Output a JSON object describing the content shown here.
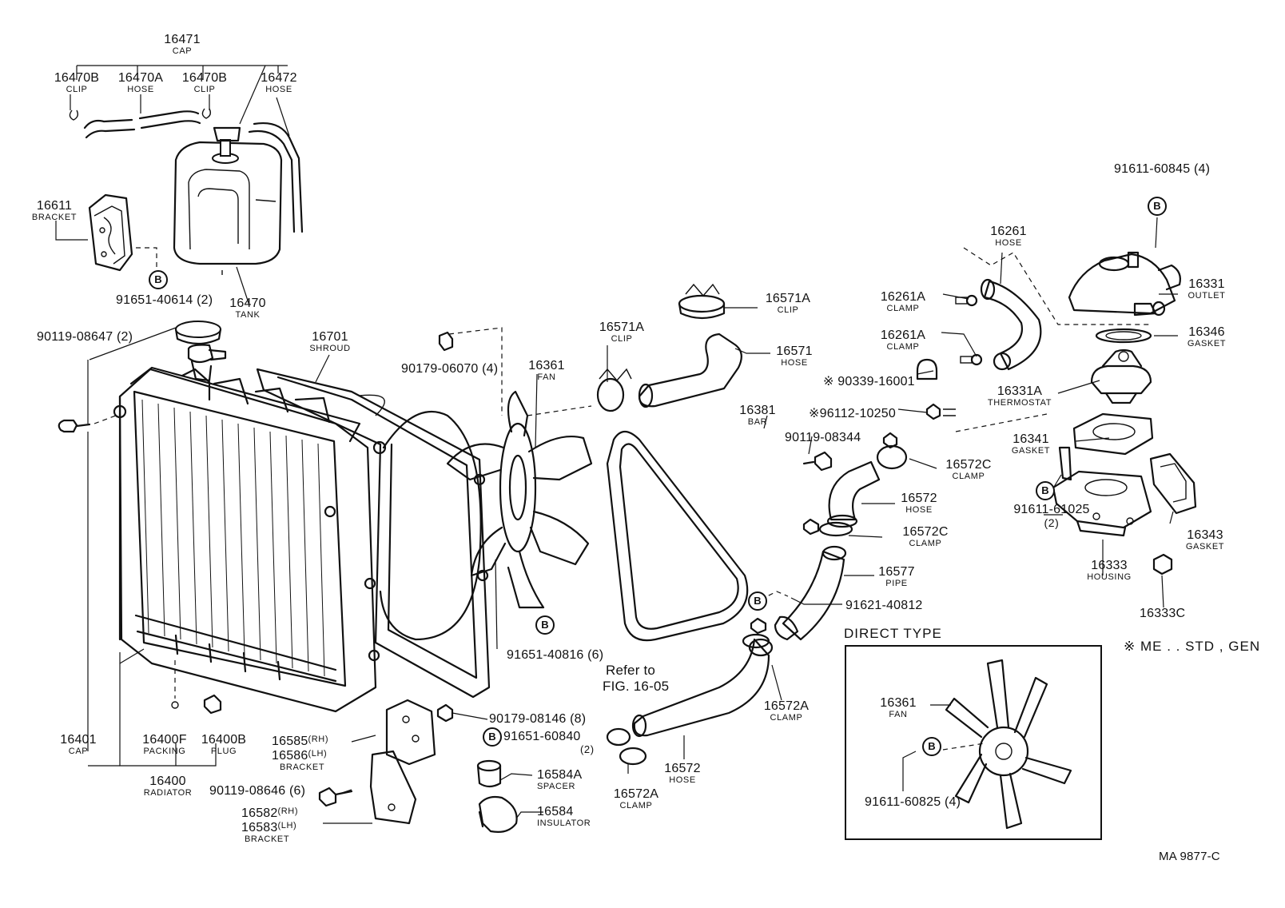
{
  "labels": {
    "cap_16471": {
      "pn": "16471",
      "nm": "CAP"
    },
    "clip_16470B_l": {
      "pn": "16470B",
      "nm": "CLIP"
    },
    "hose_16470A": {
      "pn": "16470A",
      "nm": "HOSE"
    },
    "clip_16470B_r": {
      "pn": "16470B",
      "nm": "CLIP"
    },
    "hose_16472": {
      "pn": "16472",
      "nm": "HOSE"
    },
    "bracket_16611": {
      "pn": "16611",
      "nm": "BRACKET"
    },
    "bolt_91651_40614": {
      "pn": "91651-40614 (2)"
    },
    "tank_16470": {
      "pn": "16470",
      "nm": "TANK"
    },
    "bolt_90119_08647": {
      "pn": "90119-08647 (2)"
    },
    "shroud_16701": {
      "pn": "16701",
      "nm": "SHROUD"
    },
    "bolt_90179_06070": {
      "pn": "90179-06070 (4)"
    },
    "fan_16361": {
      "pn": "16361",
      "nm": "FAN"
    },
    "clip_16571A_a": {
      "pn": "16571A",
      "nm": "CLIP"
    },
    "clip_16571A_b": {
      "pn": "16571A",
      "nm": "CLIP"
    },
    "hose_16571": {
      "pn": "16571",
      "nm": "HOSE"
    },
    "hose_16261": {
      "pn": "16261",
      "nm": "HOSE"
    },
    "clamp_16261A_a": {
      "pn": "16261A",
      "nm": "CLAMP"
    },
    "clamp_16261A_b": {
      "pn": "16261A",
      "nm": "CLAMP"
    },
    "bolt_91611_60845": {
      "pn": "91611-60845 (4)"
    },
    "outlet_16331": {
      "pn": "16331",
      "nm": "OUTLET"
    },
    "gasket_16346": {
      "pn": "16346",
      "nm": "GASKET"
    },
    "thermostat_16331A": {
      "pn": "16331A",
      "nm": "THERMOSTAT"
    },
    "part_90339_16001": {
      "pn": "※ 90339-16001"
    },
    "part_96112_10250": {
      "pn": "※96112-10250"
    },
    "bar_16381": {
      "pn": "16381",
      "nm": "BAR"
    },
    "bolt_90119_08344": {
      "pn": "90119-08344"
    },
    "clamp_16572C_a": {
      "pn": "16572C",
      "nm": "CLAMP"
    },
    "hose_16572_a": {
      "pn": "16572",
      "nm": "HOSE"
    },
    "clamp_16572C_b": {
      "pn": "16572C",
      "nm": "CLAMP"
    },
    "gasket_16341": {
      "pn": "16341",
      "nm": "GASKET"
    },
    "bolt_91611_61025": {
      "pn": "91611-61025",
      "nm": "(2)"
    },
    "housing_16333": {
      "pn": "16333",
      "nm": "HOUSING"
    },
    "gasket_16343": {
      "pn": "16343",
      "nm": "GASKET"
    },
    "plug_16333C": {
      "pn": "16333C"
    },
    "pipe_16577": {
      "pn": "16577",
      "nm": "PIPE"
    },
    "bolt_91621_40812": {
      "pn": "91621-40812"
    },
    "bolt_91651_40816": {
      "pn": "91651-40816 (6)"
    },
    "refer_to": {
      "pn": "Refer to"
    },
    "refer_fig": {
      "pn": "FIG. 16-05"
    },
    "clamp_16572A_r": {
      "pn": "16572A",
      "nm": "CLAMP"
    },
    "hose_16572_b": {
      "pn": "16572",
      "nm": "HOSE"
    },
    "clamp_16572A_l": {
      "pn": "16572A",
      "nm": "CLAMP"
    },
    "bolt_90179_08146": {
      "pn": "90179-08146 (8)"
    },
    "bolt_91651_60840": {
      "pn": "91651-60840",
      "nm": "(2)"
    },
    "spacer_16584A": {
      "pn": "16584A",
      "nm": "SPACER"
    },
    "insulator_16584": {
      "pn": "16584",
      "nm": "INSULATOR"
    },
    "bracket_16585": {
      "pn": "16585",
      "suffix": "(RH)"
    },
    "bracket_16586": {
      "pn": "16586",
      "suffix": "(LH)",
      "nm": "BRACKET"
    },
    "bolt_90119_08646": {
      "pn": "90119-08646 (6)"
    },
    "bracket_16582": {
      "pn": "16582",
      "suffix": "(RH)"
    },
    "bracket_16583": {
      "pn": "16583",
      "suffix": "(LH)",
      "nm": "BRACKET"
    },
    "cap_16401": {
      "pn": "16401",
      "nm": "CAP"
    },
    "packing_16400F": {
      "pn": "16400F",
      "nm": "PACKING"
    },
    "plug_16400B": {
      "pn": "16400B",
      "nm": "PLUG"
    },
    "radiator_16400": {
      "pn": "16400",
      "nm": "RADIATOR"
    },
    "fan_16361_direct": {
      "pn": "16361",
      "nm": "FAN"
    },
    "bolt_91611_60825": {
      "pn": "91611-60825 (4)"
    }
  },
  "direct_type": {
    "title": "DIRECT TYPE"
  },
  "note": {
    "text": "※ ME . . STD , GEN"
  },
  "drawing_code": {
    "text": "MA 9877-C"
  },
  "b_marker": "B"
}
